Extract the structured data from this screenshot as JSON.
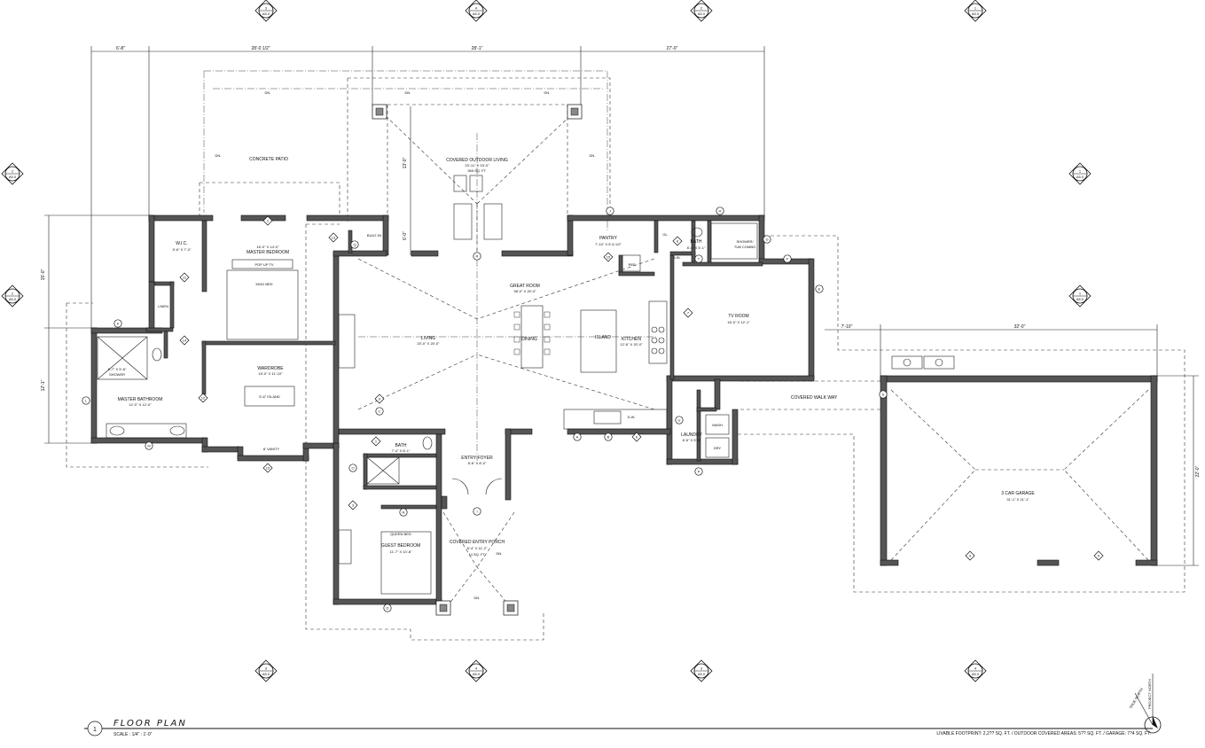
{
  "title_block": {
    "view_number": "1",
    "title": "FLOOR PLAN",
    "scale": "SCALE : 1/4\" : 1'-0\"",
    "footprint_note": "LIVABLE FOOTPRINT: 2,2?? SQ. FT. / OUTDOOR COVERED AREAS: 5?? SQ. FT. / GARAGE: 7?4 SQ. FT."
  },
  "north": {
    "true_north": "TRUE NORTH",
    "project_north": "PROJECT NORTH"
  },
  "dimensions": {
    "top": [
      "6'-8\"",
      "28'-0 1/2\"",
      "28'-1\"",
      "27'-0\""
    ],
    "left": [
      "15'-0\"",
      "12'-1\""
    ],
    "garage_top": "32'-0\"",
    "garage_right": "22'-0\"",
    "walk_gap": "7'-10\"",
    "patio_depth": [
      "13'-0\"",
      "6'-0\""
    ]
  },
  "rooms": {
    "concrete_patio": "CONCRETE PATIO",
    "outdoor_living": {
      "name": "COVERED OUTDOOR LIVING",
      "size": "23'-11\" X 15'-0\"",
      "area": "365 SQ. FT."
    },
    "wic": {
      "name": "W.I.C.",
      "size": "5'-6\" X 7'-0\""
    },
    "master_bedroom": {
      "size": "16'-0\" X 14'-0\"",
      "name": "MASTER BEDROOM"
    },
    "pop_up_tv": "POP UP TV",
    "king_bed": "KING BED",
    "linen": "LINEN",
    "built_in": "BUILT-IN",
    "wardrobe": {
      "name": "WARDROBE",
      "size": "15'-0\" X 11'-10\""
    },
    "island_wardrobe": "5'-6\" ISLAND",
    "vanity": "8' VANITY",
    "master_bath": {
      "name": "MASTER BATHROOM",
      "size": "12'-0\" X 12'-0\""
    },
    "shower": {
      "size": "5'-7\" X 5'-6\"",
      "name": "SHOWER"
    },
    "great_room": {
      "name": "GREAT ROOM",
      "size": "38'-0\" X 20'-0\""
    },
    "living": {
      "name": "LIVING",
      "size": "20'-0\" X 20'-0\""
    },
    "dining": "DINING",
    "island": "ISLAND",
    "kitchen": {
      "name": "KITCHEN",
      "size": "12'-6\" X 20'-0\""
    },
    "pantry": {
      "name": "PANTRY",
      "size": "7'-10\" X 5'-6 1/2\""
    },
    "ref": "REF.",
    "gl": "GL",
    "lin": "LIN.",
    "bath_upper": {
      "name": "BATH",
      "size": "8'-4\" X 5'-1\""
    },
    "shower_combo": {
      "line1": "SHOWER/",
      "line2": "TUB COMBO"
    },
    "tv_room": {
      "name": "TV ROOM",
      "size": "16'-0\" X 12'-1\""
    },
    "covered_walkway": "COVERED WALK WAY",
    "garage": {
      "name": "3 CAR GARAGE",
      "size": "31'-1\" X 21'-1\""
    },
    "laundry": {
      "name": "LAUNDRY",
      "size": "6'-6\" X 5'-6\""
    },
    "wash": "WASH",
    "dry": "DRY",
    "dw": "D.W.",
    "bath_guest": {
      "name": "BATH",
      "size": "7'-4\" X 8'-1\""
    },
    "entry_foyer": {
      "name": "ENTRY FOYER",
      "size": "8'-6\" X 8'-0\""
    },
    "guest_bedroom": {
      "name": "GUEST BEDROOM",
      "size": "11'-7\" X 10'-8\""
    },
    "queen_bed": "QUEEN BED",
    "entry_porch": {
      "name": "COVERED ENTRY PORCH",
      "size": "8'-4\" X 11'-2\"",
      "area": "14 SQ. FT."
    },
    "down": "DN."
  },
  "section_markers": [
    {
      "num": "3",
      "sheet": "A5.0"
    },
    {
      "num": "4",
      "sheet": "A5.0"
    },
    {
      "num": "2",
      "sheet": "A5.0"
    },
    {
      "num": "1",
      "sheet": "A5.0"
    },
    {
      "num": "2",
      "sheet": "A5.0"
    },
    {
      "num": "1",
      "sheet": "A5.0"
    },
    {
      "num": "2",
      "sheet": "A5.0"
    },
    {
      "num": "1",
      "sheet": "A5.0"
    },
    {
      "num": "3",
      "sheet": "A5.0"
    },
    {
      "num": "4",
      "sheet": "A5.0"
    },
    {
      "num": "3",
      "sheet": "A5.0"
    },
    {
      "num": "4",
      "sheet": "A5.0"
    }
  ],
  "door_tags": [
    "A",
    "B",
    "C",
    "D",
    "E",
    "F",
    "G",
    "H",
    "I",
    "J",
    "K",
    "L",
    "M",
    "N",
    "O",
    "P",
    "Q",
    "R",
    "S",
    "T",
    "U"
  ],
  "window_tags": [
    "1",
    "2",
    "3",
    "4",
    "5",
    "6",
    "7",
    "8",
    "9",
    "10",
    "11",
    "12",
    "13",
    "14",
    "15"
  ]
}
